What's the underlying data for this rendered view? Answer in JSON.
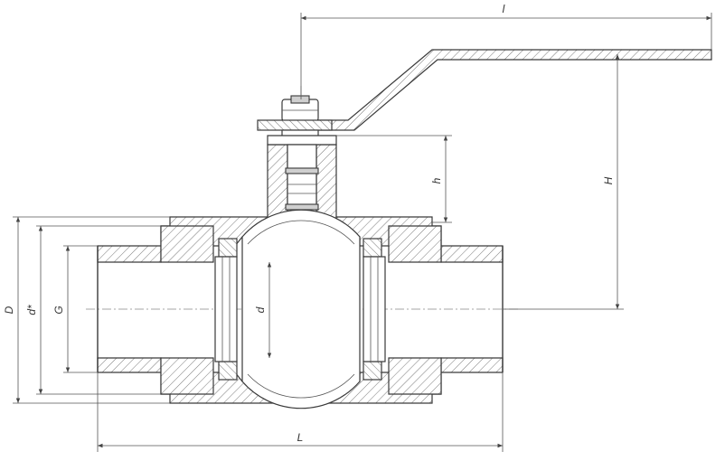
{
  "dimensions": {
    "l": "l",
    "H": "H",
    "h": "h",
    "D": "D",
    "d_star": "d*",
    "G": "G",
    "d": "d",
    "L": "L"
  }
}
